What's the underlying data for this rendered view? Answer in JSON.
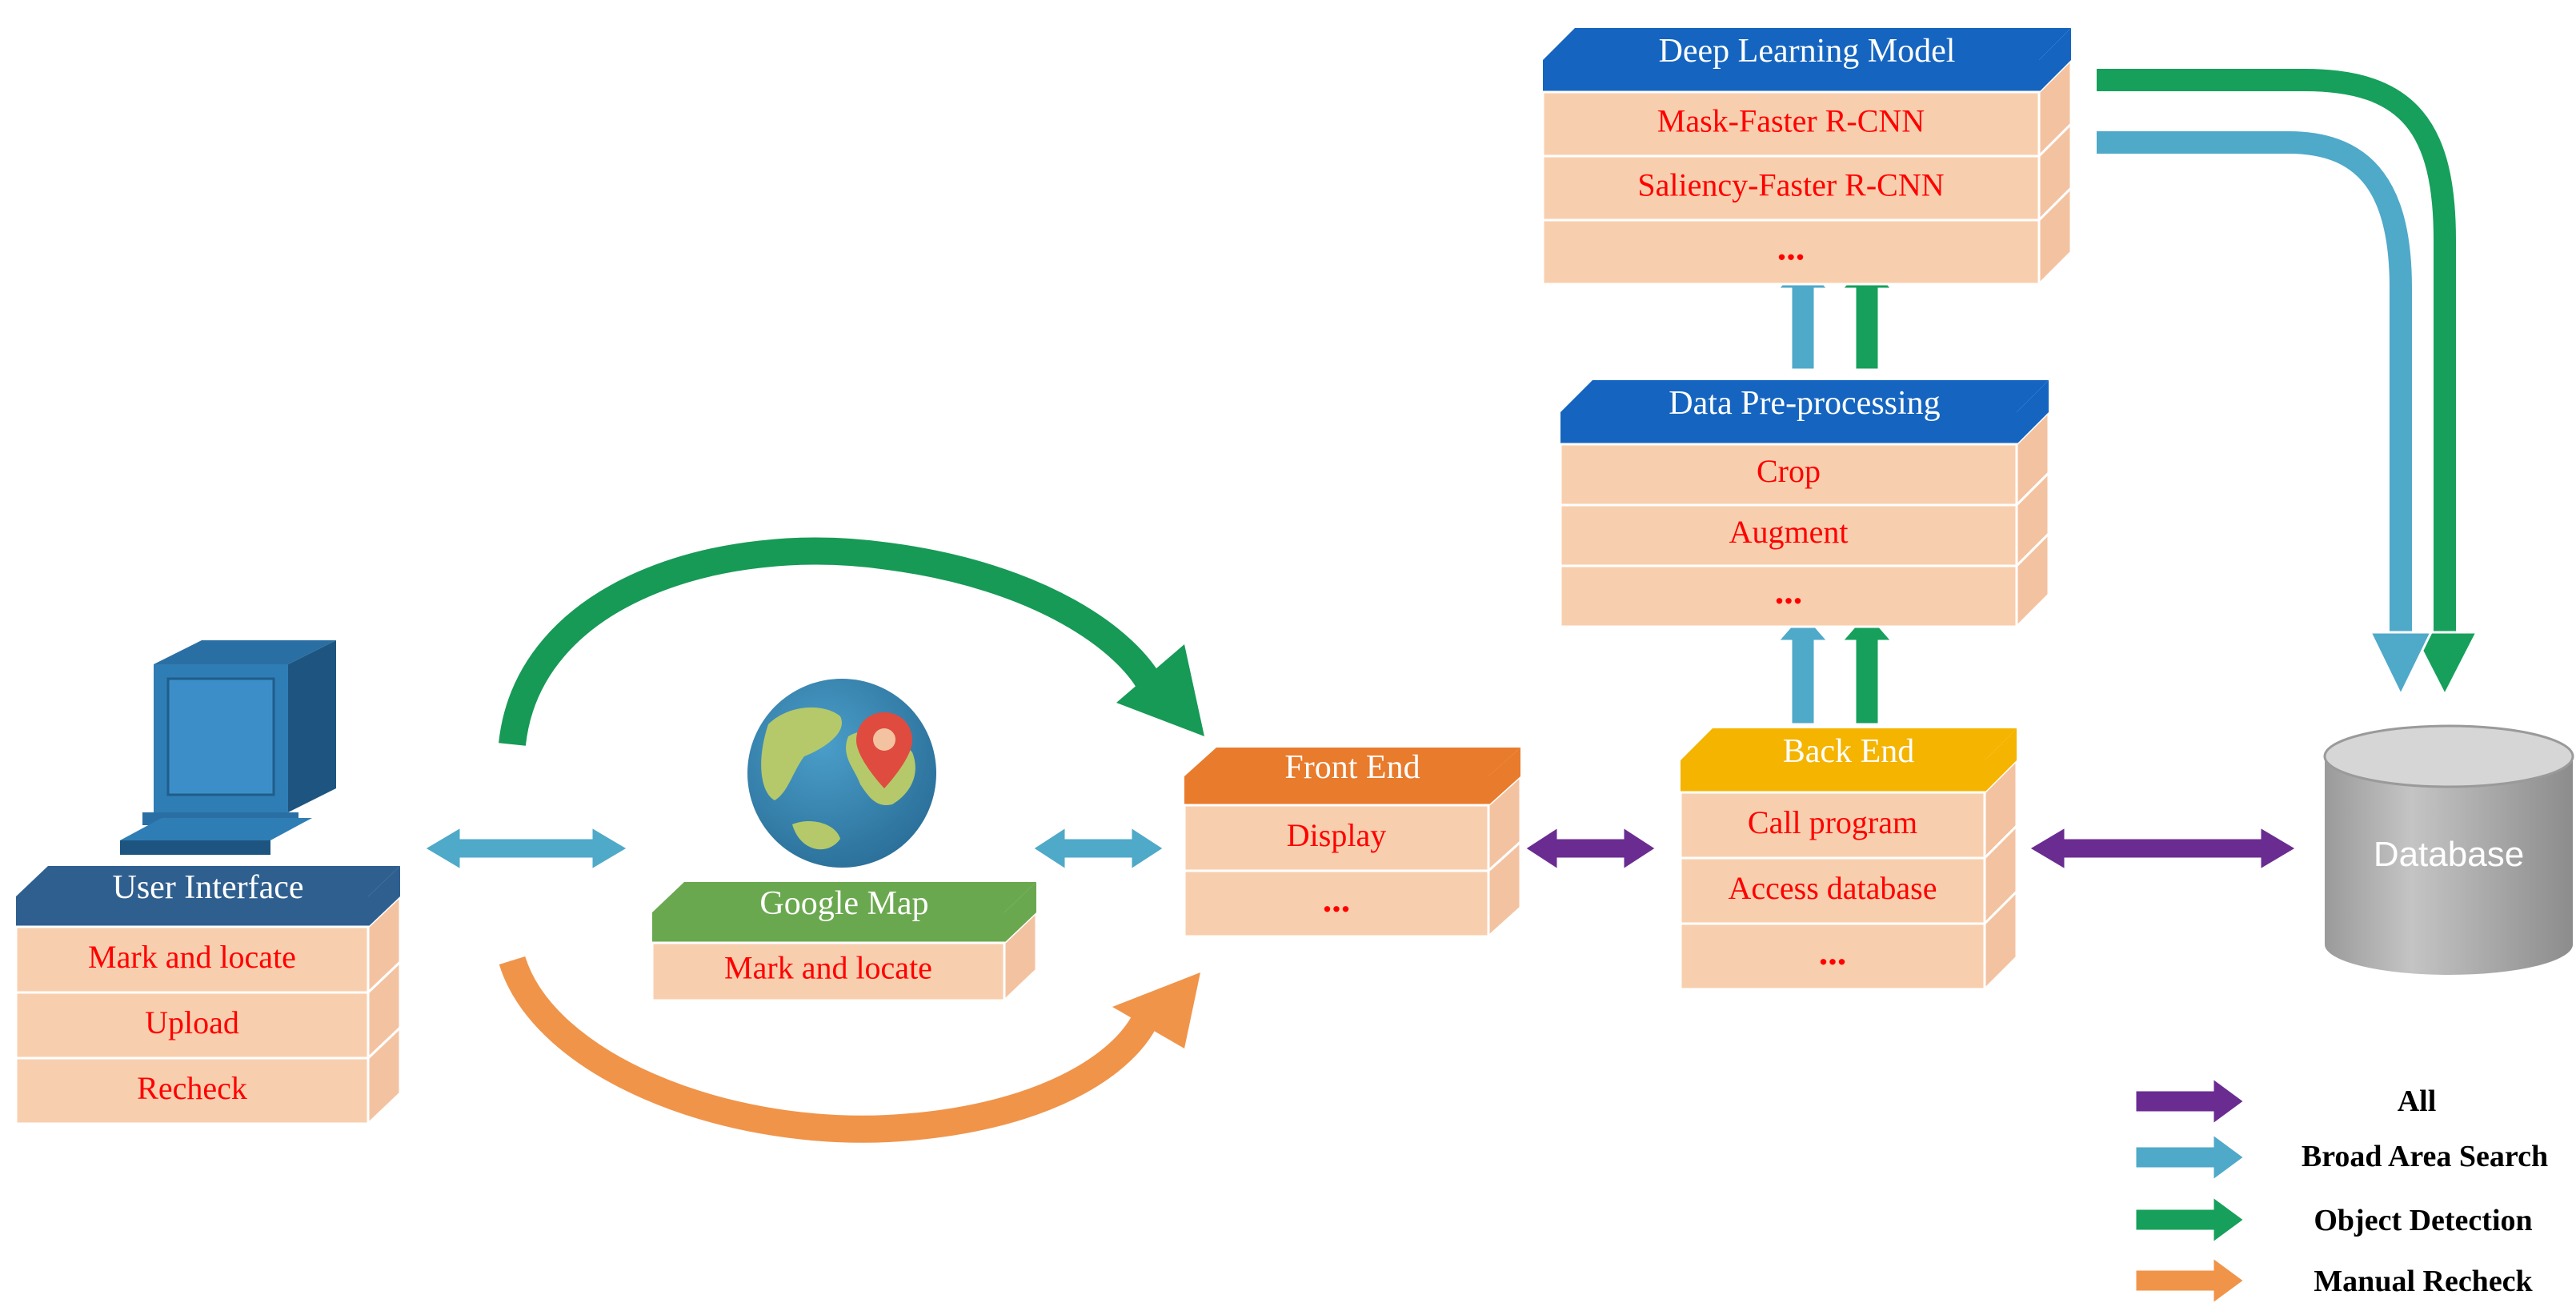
{
  "colors": {
    "row_fill": "#f8cfae",
    "row_side": "#f3c3a1",
    "row_top": "#fbe2cf",
    "row_text": "#ff0000",
    "header_text": "#ffffff",
    "all": "#6a2c91",
    "broad_area_search": "#4fa9c9",
    "object_detection": "#16a05b",
    "manual_recheck": "#f0944a",
    "database": "#a8a8a8"
  },
  "user_interface": {
    "title": "User Interface",
    "header_color": "#2f5f8f",
    "rows": [
      "Mark and locate",
      "Upload",
      "Recheck"
    ]
  },
  "google_map": {
    "title": "Google Map",
    "header_color": "#6aa84f",
    "rows": [
      "Mark and locate"
    ]
  },
  "front_end": {
    "title": "Front End",
    "header_color": "#e87b2c",
    "rows": [
      "Display",
      "..."
    ]
  },
  "back_end": {
    "title": "Back End",
    "header_color": "#f4b400",
    "rows": [
      "Call program",
      "Access database",
      "..."
    ]
  },
  "data_preprocessing": {
    "title": "Data Pre-processing",
    "header_color": "#1565c0",
    "rows": [
      "Crop",
      "Augment",
      "..."
    ]
  },
  "deep_learning_model": {
    "title": "Deep Learning Model",
    "header_color": "#1565c0",
    "rows": [
      "Mask-Faster R-CNN",
      "Saliency-Faster R-CNN",
      "..."
    ]
  },
  "database": {
    "label": "Database"
  },
  "legend": {
    "all": "All",
    "broad_area_search": "Broad Area Search",
    "object_detection": "Object Detection",
    "manual_recheck": "Manual Recheck"
  }
}
